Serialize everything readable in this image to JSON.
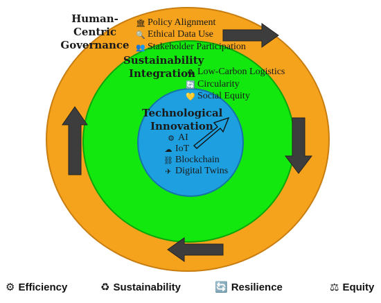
{
  "colors": {
    "outer": "#f5a21c",
    "middle": "#12e80e",
    "inner": "#1e9fe0",
    "arrow": "#3d3d3d"
  },
  "outer": {
    "title_line1": "Human-Centric",
    "title_line2": "Governance",
    "items": [
      {
        "icon": "🏛",
        "label": "Policy Alignment"
      },
      {
        "icon": "🔍",
        "label": "Ethical Data Use"
      },
      {
        "icon": "👥",
        "label": "Stakeholder Participation"
      }
    ]
  },
  "middle": {
    "title_line1": "Sustainability",
    "title_line2": "Integration",
    "items": [
      {
        "icon": "♻",
        "label": "Low-Carbon Logistics"
      },
      {
        "icon": "🔄",
        "label": "Circularity"
      },
      {
        "icon": "💛",
        "label": "Social Equity"
      }
    ]
  },
  "inner": {
    "title_line1": "Technological",
    "title_line2": "Innovation",
    "items": [
      {
        "icon": "⚙",
        "label": "AI"
      },
      {
        "icon": "☁",
        "label": "IoT"
      },
      {
        "icon": "⛓",
        "label": "Blockchain"
      },
      {
        "icon": "✈",
        "label": "Digital Twins"
      }
    ]
  },
  "legend": [
    {
      "icon": "⚙",
      "label": "Efficiency"
    },
    {
      "icon": "♻",
      "label": "Sustainability"
    },
    {
      "icon": "🔄",
      "label": "Resilience"
    },
    {
      "icon": "⚖",
      "label": "Equity"
    }
  ]
}
